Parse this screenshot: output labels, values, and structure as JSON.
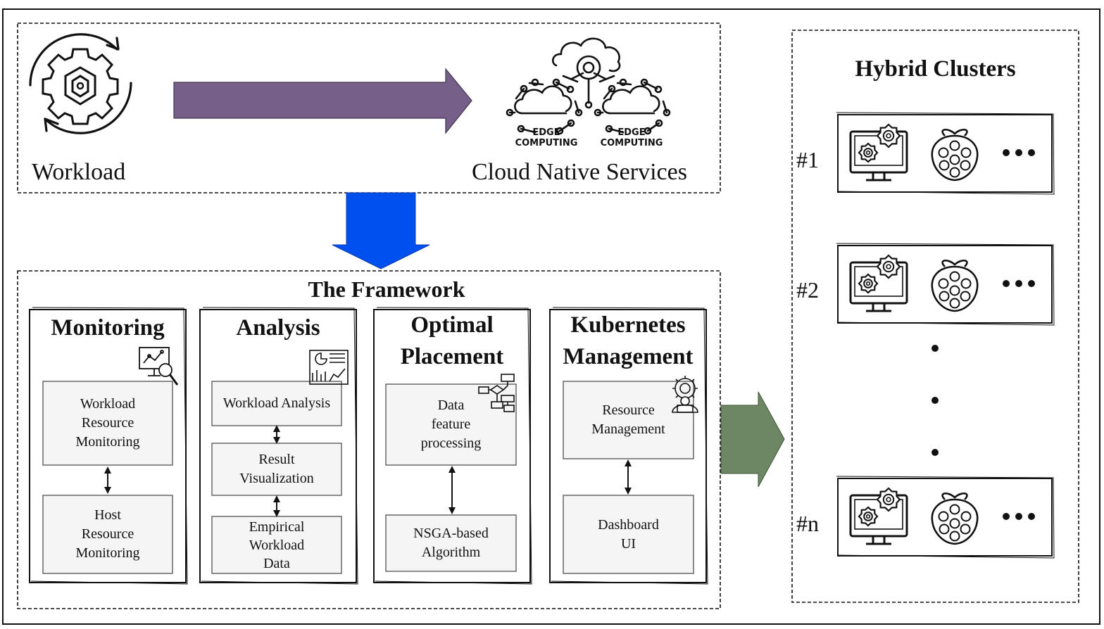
{
  "top": {
    "workload_label": "Workload",
    "cloud_label": "Cloud Native Services",
    "edge_labels": [
      {
        "line1": "EDGE",
        "line2": "COMPUTING"
      },
      {
        "line1": "EDGE",
        "line2": "COMPUTING"
      }
    ]
  },
  "framework": {
    "title": "The Framework",
    "modules": [
      {
        "title_lines": [
          "Monitoring"
        ],
        "icon": "chart-magnifier-icon",
        "boxes": [
          {
            "lines": [
              "Workload",
              "Resource",
              "Monitoring"
            ]
          },
          {
            "lines": [
              "Host",
              "Resource",
              "Monitoring"
            ]
          }
        ]
      },
      {
        "title_lines": [
          "Analysis"
        ],
        "icon": "report-charts-icon",
        "boxes": [
          {
            "lines": [
              "Workload Analysis"
            ]
          },
          {
            "lines": [
              "Result",
              "Visualization"
            ]
          },
          {
            "lines": [
              "Empirical",
              "Workload",
              "Data"
            ]
          }
        ]
      },
      {
        "title_lines": [
          "Optimal",
          "Placement"
        ],
        "icon": "flowchart-icon",
        "boxes": [
          {
            "lines": [
              "Data",
              "feature",
              "processing"
            ]
          },
          {
            "lines": [
              "NSGA-based",
              "Algorithm"
            ]
          }
        ]
      },
      {
        "title_lines": [
          "Kubernetes",
          "Management"
        ],
        "icon": "gear-person-icon",
        "boxes": [
          {
            "lines": [
              "Resource",
              "Management"
            ]
          },
          {
            "lines": [
              "Dashboard",
              "UI"
            ]
          }
        ]
      }
    ]
  },
  "clusters": {
    "title": "Hybrid Clusters",
    "items": [
      {
        "label": "#1",
        "icons": [
          "monitor-gears-icon",
          "raspberry-pi-icon",
          "more-icon"
        ]
      },
      {
        "label": "#2",
        "icons": [
          "monitor-gears-icon",
          "raspberry-pi-icon",
          "more-icon"
        ]
      },
      {
        "label": "#n",
        "icons": [
          "monitor-gears-icon",
          "raspberry-pi-icon",
          "more-icon"
        ]
      }
    ]
  },
  "colors": {
    "purple_arrow": "#76608a",
    "blue_arrow": "#0050ef",
    "green_arrow": "#6d8764",
    "box_fill": "#f5f5f5",
    "stroke": "#111111"
  }
}
